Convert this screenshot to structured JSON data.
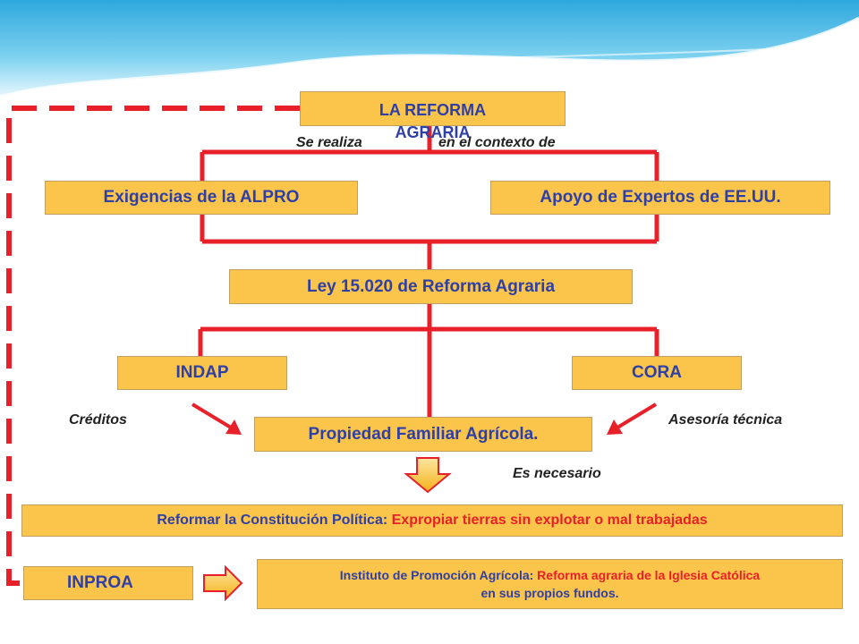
{
  "title": "LA REFORMA AGRARIA",
  "labels": {
    "se_realiza": "Se realiza",
    "contexto": "en el contexto de",
    "creditos": "Créditos",
    "asesoria": "Asesoría técnica",
    "necesario": "Es necesario"
  },
  "nodes": {
    "alpro": "Exigencias de la ALPRO",
    "expertos": "Apoyo de Expertos de EE.UU.",
    "ley": "Ley 15.020 de Reforma Agraria",
    "indap": "INDAP",
    "cora": "CORA",
    "propiedad": "Propiedad Familiar Agrícola.",
    "inproa": "INPROA"
  },
  "reformar": {
    "lead": "Reformar la Constitución Política:",
    "rest": " Expropiar tierras sin explotar o mal trabajadas"
  },
  "instituto": {
    "lead": "Instituto de Promoción Agrícola:",
    "rest": " Reforma agraria de la Iglesia Católica",
    "line2": "en sus propios fundos."
  },
  "colors": {
    "box_fill": "#fbc44a",
    "line_red": "#e8202a",
    "text_blue": "#2e3fa6",
    "accent_red": "#e8202a"
  }
}
